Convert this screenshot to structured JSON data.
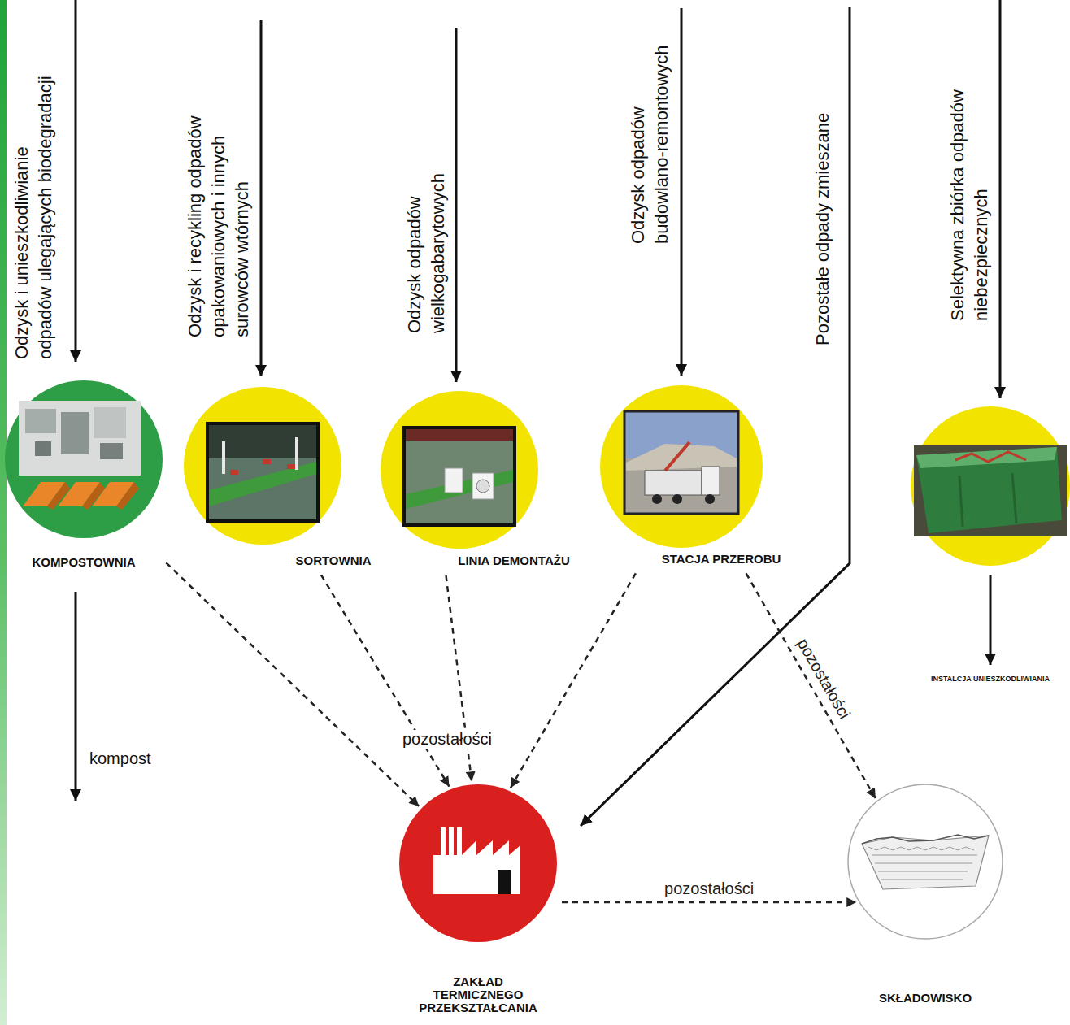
{
  "diagram": {
    "nodes": [
      {
        "text": [
          "KOMPOSTOWNIA"
        ]
      },
      {
        "text": [
          "SORTOWNIA"
        ]
      },
      {
        "text": [
          "LINIA DEMONTAŻU"
        ]
      },
      {
        "text": [
          "STACJA PRZEROBU"
        ]
      },
      {
        "text": [
          "ZAKŁAD TERMICZNEGO PRZEKSZTAŁCANIA"
        ]
      },
      {
        "text": [
          "SKŁADOWISKO"
        ]
      }
    ],
    "edges": [
      {
        "from": 0,
        "to": 4,
        "arrow": "to"
      },
      {
        "from": 1,
        "to": 4,
        "arrow": "to"
      },
      {
        "from": 2,
        "to": 4,
        "arrow": "to"
      },
      {
        "from": 3,
        "to": 4,
        "arrow": "to"
      },
      {
        "from": 3,
        "to": 5,
        "arrow": "to",
        "label": "pozostałości"
      },
      {
        "from": 4,
        "to": 5,
        "arrow": "to",
        "label": "pozostałości"
      }
    ],
    "labels": [
      "Odzysk i unieszkodliwianie odpadów ulegających biodegradacji",
      "Odzysk i recykling odpadów opakowaniowych i innych surowców wtórnych",
      "Odzysk odpadów wielkogabarytowych",
      "Odzysk odpadów budowlano-remontowych",
      "Pozostałe odpady zmieszane",
      "Selektywna zbiórka odpadów niebezpiecznych",
      "INSTALCJA UNIESZKODLIWIANIA",
      "kompost",
      "pozostałości"
    ]
  }
}
